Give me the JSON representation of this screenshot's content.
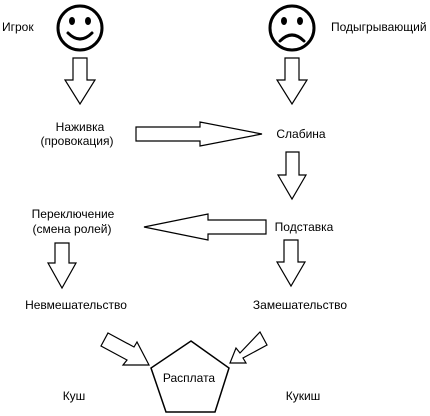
{
  "roles": {
    "player": "Игрок",
    "accomplice": "Подыгрывающий"
  },
  "steps": {
    "bait_line1": "Наживка",
    "bait_line2": "(провокация)",
    "weakness": "Слабина",
    "setup": "Подставка",
    "switch_line1": "Переключение",
    "switch_line2": "(смена ролей)",
    "non_interference": "Невмешательство",
    "confusion": "Замешательство",
    "payoff": "Расплата"
  },
  "outcomes": {
    "win": "Куш",
    "lose": "Кукиш"
  }
}
